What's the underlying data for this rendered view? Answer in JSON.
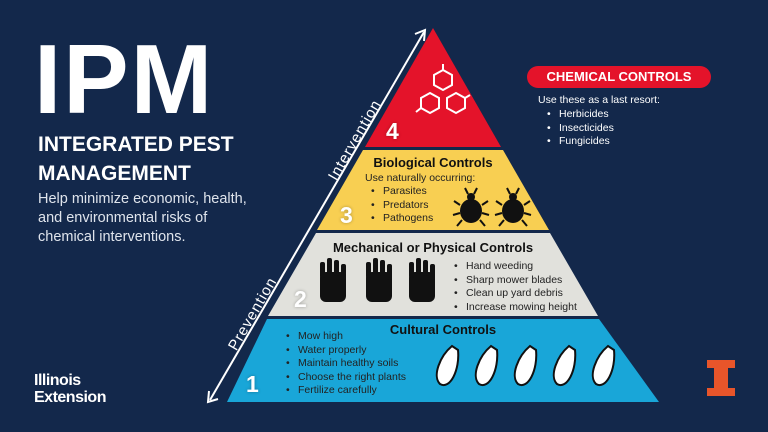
{
  "title": {
    "big": "IPM",
    "subtitle": "INTEGRATED PEST MANAGEMENT",
    "description": "Help minimize economic, health, and environmental risks of chemical interventions."
  },
  "logo": {
    "line1": "Illinois",
    "line2": "Extension",
    "mark": "I"
  },
  "axis": {
    "up": "Intervention",
    "down": "Prevention"
  },
  "chemical": {
    "label": "CHEMICAL CONTROLS",
    "intro": "Use these as a last resort:",
    "items": [
      "Herbicides",
      "Insecticides",
      "Fungicides"
    ],
    "number": "4",
    "color": "#e4132a"
  },
  "biological": {
    "label": "Biological Controls",
    "intro": "Use naturally occurring:",
    "items": [
      "Parasites",
      "Predators",
      "Pathogens"
    ],
    "number": "3",
    "color": "#f8cf52"
  },
  "mechanical": {
    "label": "Mechanical or Physical Controls",
    "items": [
      "Hand weeding",
      "Sharp mower blades",
      "Clean up yard debris",
      "Increase mowing height"
    ],
    "number": "2",
    "color": "#e1e1dc"
  },
  "cultural": {
    "label": "Cultural Controls",
    "items": [
      "Mow high",
      "Water properly",
      "Maintain healthy soils",
      "Choose the right plants",
      "Fertilize carefully"
    ],
    "number": "1",
    "color": "#19a6d8"
  }
}
